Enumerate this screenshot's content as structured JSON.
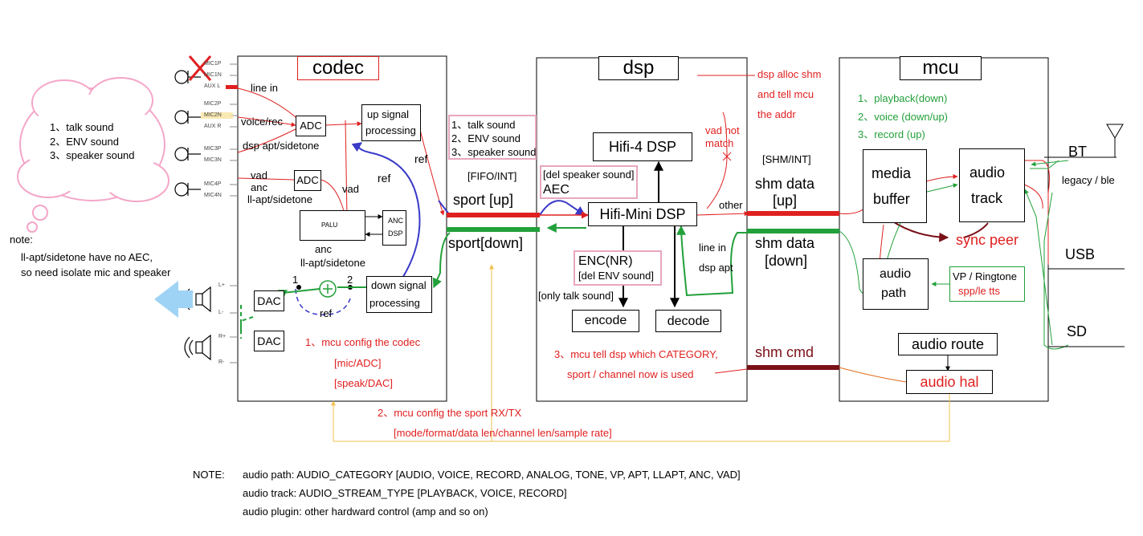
{
  "cloud": {
    "lines": [
      "1、talk sound",
      "2、ENV sound",
      "3、speaker sound"
    ]
  },
  "note_left": {
    "title": "note:",
    "line1": "ll-apt/sidetone have no AEC,",
    "line2": "so need isolate mic and speaker"
  },
  "codec": {
    "title": "codec",
    "pins": [
      "MIC1P",
      "MIC1N",
      "AUX L",
      "MIC2P",
      "MIC2N",
      "AUX R",
      "MIC3P",
      "MIC3N",
      "MIC4P",
      "MIC4N",
      "L+",
      "L-",
      "R+",
      "R-"
    ],
    "line_in": "line in",
    "voice_rec": "voice/rec",
    "dsp_apt": "dsp apt/sidetone",
    "vad_a": "vad",
    "anc_a": "anc",
    "llapt_a": "ll-apt/sidetone",
    "adc": "ADC",
    "up_signal": "up signal",
    "processing": "processing",
    "ref": "ref",
    "vad_b": "vad",
    "palu": "PALU",
    "anc_dsp_1": "ANC",
    "anc_dsp_2": "DSP",
    "anc_b": "anc",
    "llapt_b": "ll-apt/sidetone",
    "down_signal": "down signal",
    "dac": "DAC",
    "ref_bottom": "ref",
    "n1": "1",
    "n2": "2",
    "cfg1": "1、mcu config the codec",
    "cfg2": "[mic/ADC]",
    "cfg3": "[speak/DAC]"
  },
  "middle": {
    "list": [
      "1、talk sound",
      "2、ENV sound",
      "3、speaker sound"
    ],
    "fifo": "[FIFO/INT]",
    "sport_up": "sport [up]",
    "sport_down": "sport[down]",
    "ref_right": "ref"
  },
  "dsp": {
    "title": "dsp",
    "hifi4": "Hifi-4  DSP",
    "del_spk": "[del speaker sound]",
    "aec": "AEC",
    "hifimini": "Hifi-Mini DSP",
    "enc": "ENC(NR)",
    "del_env": "[del ENV sound]",
    "only_talk": "[only talk sound]",
    "encode": "encode",
    "decode": "decode",
    "line_in": "line in",
    "dsp_apt": "dsp apt",
    "vad_not_1": "vad not",
    "vad_not_2": "match",
    "other": "other",
    "cfg1": "3、mcu tell dsp which CATEGORY,",
    "cfg2": "sport / channel now  is used"
  },
  "shm": {
    "alloc1": "dsp alloc shm",
    "alloc2": "and tell mcu",
    "alloc3": "the addr",
    "shm_int": "[SHM/INT]",
    "up1": "shm data",
    "up2": "[up]",
    "down1": "shm data",
    "down2": "[down]",
    "cmd": "shm cmd"
  },
  "mcu": {
    "title": "mcu",
    "list": [
      "1、playback(down)",
      "2、voice (down/up)",
      "3、record (up)"
    ],
    "media1": "media",
    "media2": "buffer",
    "audio_track1": "audio",
    "audio_track2": "track",
    "sync_peer": "sync peer",
    "audio_path1": "audio",
    "audio_path2": "path",
    "vp1": "VP / Ringtone",
    "vp2": "spp/le tts",
    "audio_route": "audio route",
    "audio_hal": "audio hal"
  },
  "right": {
    "bt": "BT",
    "legacy": "legacy / ble",
    "usb": "USB",
    "sd": "SD"
  },
  "bottom": {
    "sport_cfg1": "2、mcu config the sport RX/TX",
    "sport_cfg2": "[mode/format/data len/channel len/sample rate]",
    "note_label": "NOTE:",
    "note1": "audio path: AUDIO_CATEGORY [AUDIO, VOICE, RECORD, ANALOG, TONE, VP, APT, LLAPT, ANC, VAD]",
    "note2": "audio track: AUDIO_STREAM_TYPE [PLAYBACK, VOICE, RECORD]",
    "note3": "audio plugin:  other hardward control (amp and so on)"
  },
  "colors": {
    "red": "#e02020",
    "green": "#22a03a",
    "blue": "#3a3ac8",
    "pink": "#e8a7c0",
    "maroon": "#7a1018",
    "yellow": "#f2c14e",
    "cloud": "#f4a6c8",
    "speaker_blue": "#9fd3f5"
  }
}
